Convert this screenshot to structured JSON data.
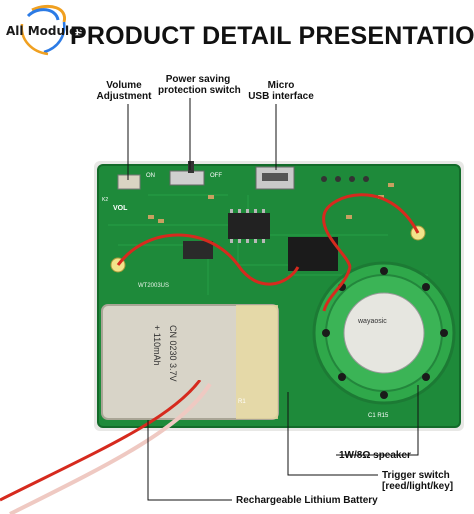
{
  "logo": {
    "text": "All Modules"
  },
  "title": "PRODUCT DETAIL PRESENTATION",
  "labels": {
    "volume_line1": "Volume",
    "volume_line2": "Adjustment",
    "power_line1": "Power saving",
    "power_line2": "protection switch",
    "usb_line1": "Micro",
    "usb_line2": "USB interface",
    "speaker": "1W/8Ω speaker",
    "trigger_line1": "Trigger switch",
    "trigger_line2": "[reed/light/key]",
    "battery": "Rechargeable Lithium Battery"
  },
  "board_marks": {
    "vol": "VOL",
    "on": "ON",
    "off": "OFF",
    "k2": "K2",
    "board_id": "WT2003US",
    "battery_print": "+ 110mAh",
    "battery_print2": "CN 0230 3.7V",
    "speaker_print": "wayaosic",
    "r1": "R1",
    "c1": "C1 R15"
  },
  "colors": {
    "pcb": "#1e8a3a",
    "pcb_dark": "#136b2a",
    "battery": "#d8d4c8",
    "speaker": "#2fa84a",
    "wire_red": "#d62a1e"
  }
}
